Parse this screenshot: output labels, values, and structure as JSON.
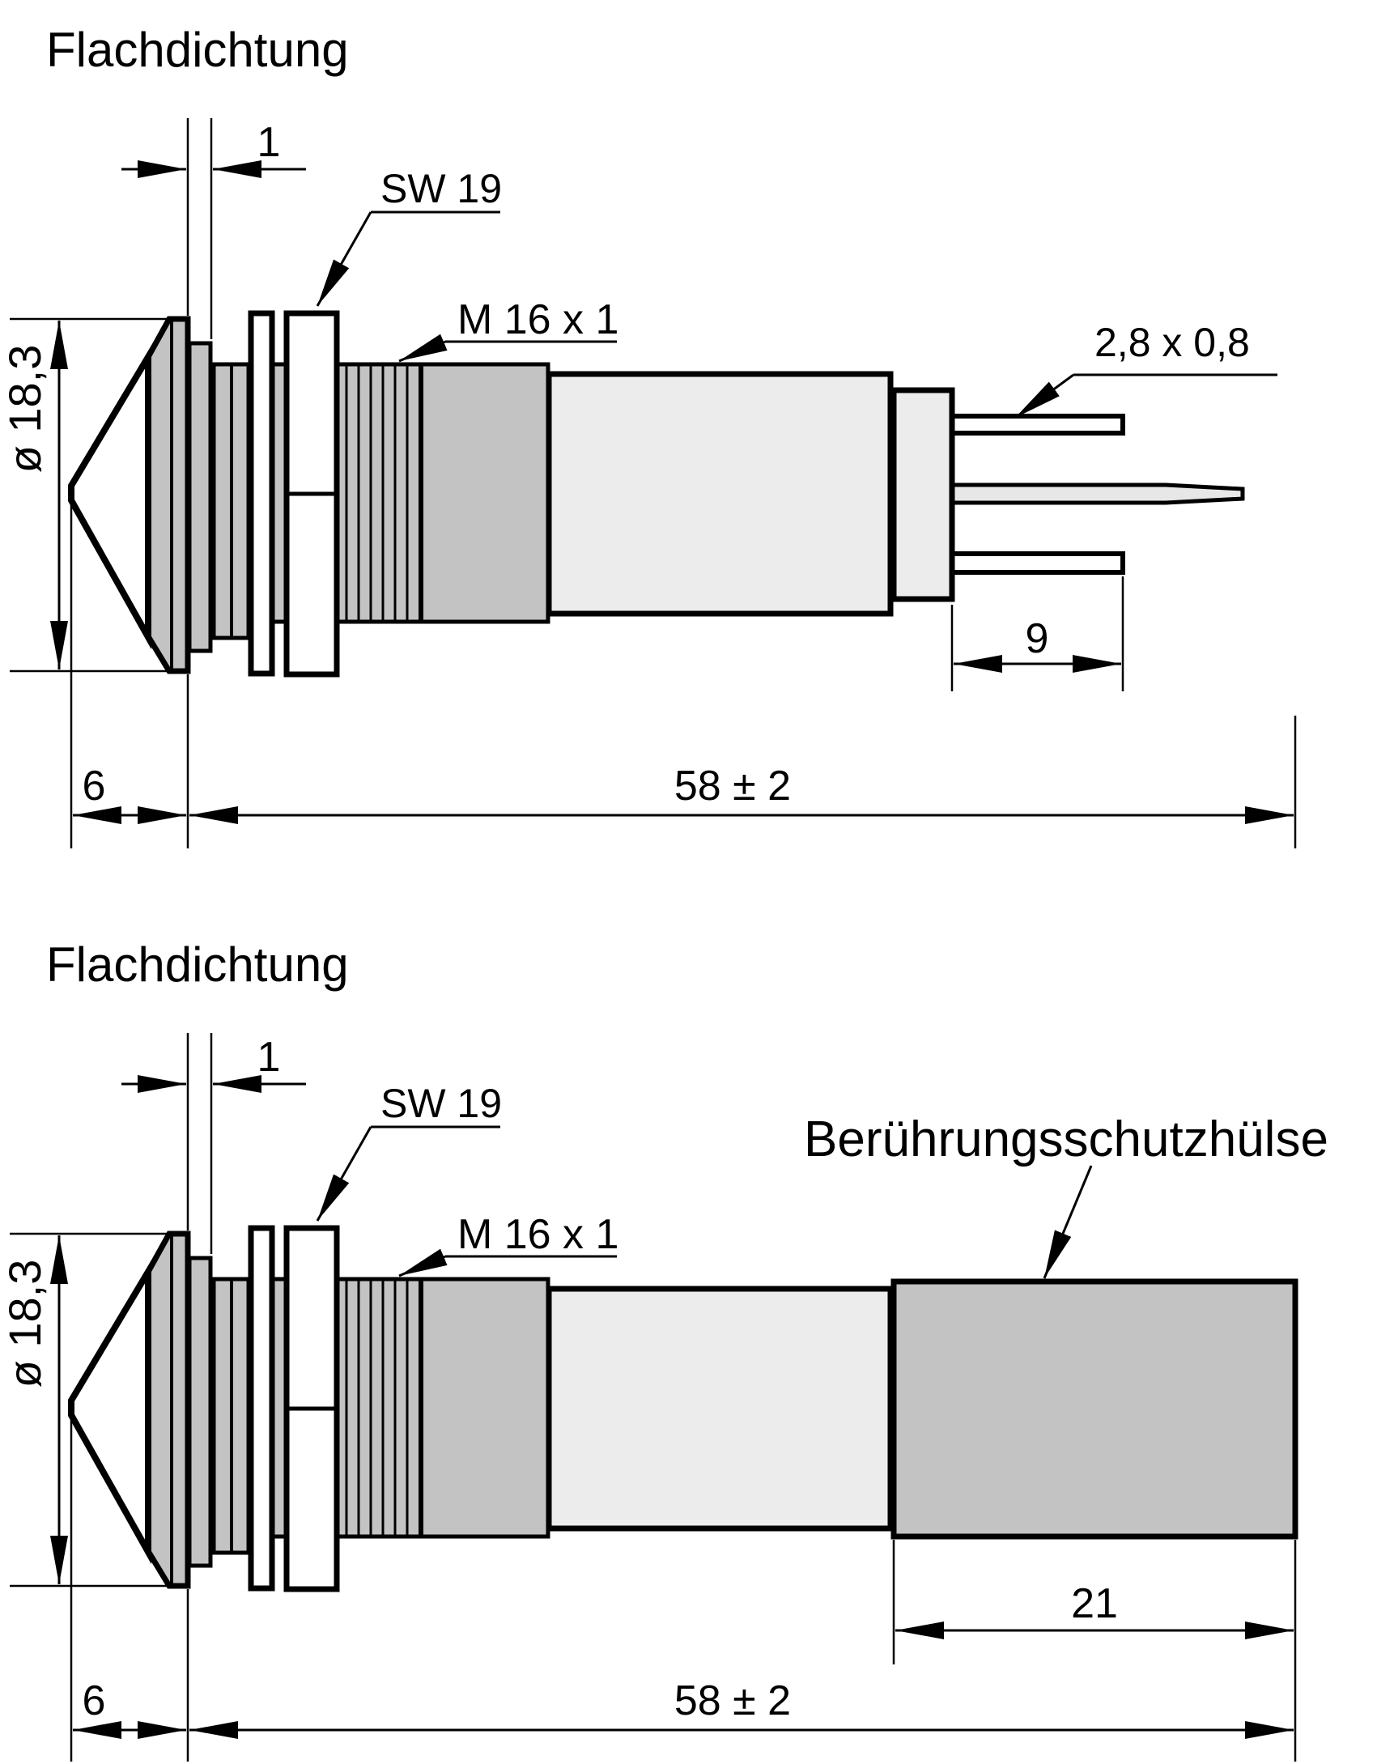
{
  "drawings": {
    "top": {
      "title": "Flachdichtung",
      "gasket_thickness": "1",
      "wrench_size": "SW 19",
      "thread_spec": "M 16 x 1",
      "terminal_size": "2,8 x 0,8",
      "diameter": "ø 18,3",
      "front_length": "6",
      "total_length": "58 ± 2",
      "terminal_length": "9"
    },
    "bottom": {
      "title": "Flachdichtung",
      "gasket_thickness": "1",
      "wrench_size": "SW 19",
      "thread_spec": "M 16 x 1",
      "sleeve_label": "Berührungsschutzhülse",
      "diameter": "ø 18,3",
      "front_length": "6",
      "total_length": "58 ± 2",
      "sleeve_length": "21"
    }
  },
  "colors": {
    "outline": "#000000",
    "metal_gray": "#c3c3c3",
    "body_gray": "#ececec",
    "pin_gray": "#e7e7e7",
    "nut_white": "#ffffff",
    "background": "#ffffff"
  }
}
